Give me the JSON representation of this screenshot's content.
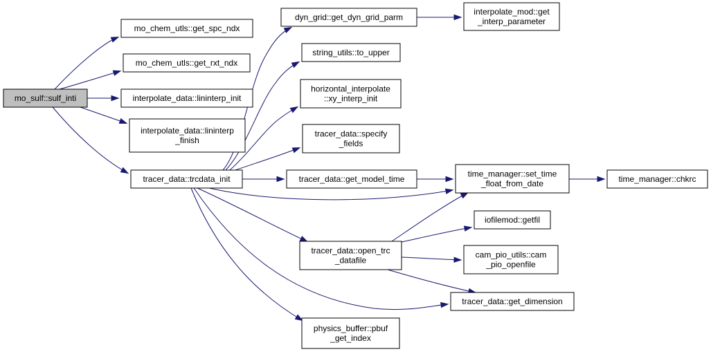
{
  "graph": {
    "root": "mo_sulf::sulf_inti",
    "colors": {
      "edge": "#191970",
      "root_fill": "#bfbfbf",
      "node_fill": "#ffffff",
      "border": "#000000"
    },
    "nodes": [
      {
        "id": "sulf_inti",
        "lines": [
          "mo_sulf::sulf_inti"
        ],
        "root": true
      },
      {
        "id": "get_spc_ndx",
        "lines": [
          "mo_chem_utls::get_spc_ndx"
        ]
      },
      {
        "id": "get_rxt_ndx",
        "lines": [
          "mo_chem_utls::get_rxt_ndx"
        ]
      },
      {
        "id": "lininterp_init",
        "lines": [
          "interpolate_data::lininterp_init"
        ]
      },
      {
        "id": "lininterp_finish",
        "lines": [
          "interpolate_data::lininterp",
          "_finish"
        ]
      },
      {
        "id": "trcdata_init",
        "lines": [
          "tracer_data::trcdata_init"
        ]
      },
      {
        "id": "get_dyn_grid_parm",
        "lines": [
          "dyn_grid::get_dyn_grid_parm"
        ]
      },
      {
        "id": "to_upper",
        "lines": [
          "string_utils::to_upper"
        ]
      },
      {
        "id": "xy_interp_init",
        "lines": [
          "horizontal_interpolate",
          "::xy_interp_init"
        ]
      },
      {
        "id": "specify_fields",
        "lines": [
          "tracer_data::specify",
          "_fields"
        ]
      },
      {
        "id": "get_model_time",
        "lines": [
          "tracer_data::get_model_time"
        ]
      },
      {
        "id": "open_trc_datafile",
        "lines": [
          "tracer_data::open_trc",
          "_datafile"
        ]
      },
      {
        "id": "pbuf_get_index",
        "lines": [
          "physics_buffer::pbuf",
          "_get_index"
        ]
      },
      {
        "id": "get_interp_parameter",
        "lines": [
          "interpolate_mod::get",
          "_interp_parameter"
        ]
      },
      {
        "id": "set_time_float_from_date",
        "lines": [
          "time_manager::set_time",
          "_float_from_date"
        ]
      },
      {
        "id": "getfil",
        "lines": [
          "iofilemod::getfil"
        ]
      },
      {
        "id": "cam_pio_openfile",
        "lines": [
          "cam_pio_utils::cam",
          "_pio_openfile"
        ]
      },
      {
        "id": "get_dimension",
        "lines": [
          "tracer_data::get_dimension"
        ]
      },
      {
        "id": "chkrc",
        "lines": [
          "time_manager::chkrc"
        ]
      }
    ],
    "edges": [
      {
        "from": "sulf_inti",
        "to": "get_spc_ndx"
      },
      {
        "from": "sulf_inti",
        "to": "get_rxt_ndx"
      },
      {
        "from": "sulf_inti",
        "to": "lininterp_init"
      },
      {
        "from": "sulf_inti",
        "to": "lininterp_finish"
      },
      {
        "from": "sulf_inti",
        "to": "trcdata_init"
      },
      {
        "from": "trcdata_init",
        "to": "get_dyn_grid_parm"
      },
      {
        "from": "trcdata_init",
        "to": "to_upper"
      },
      {
        "from": "trcdata_init",
        "to": "xy_interp_init"
      },
      {
        "from": "trcdata_init",
        "to": "specify_fields"
      },
      {
        "from": "trcdata_init",
        "to": "get_model_time"
      },
      {
        "from": "trcdata_init",
        "to": "set_time_float_from_date"
      },
      {
        "from": "trcdata_init",
        "to": "open_trc_datafile"
      },
      {
        "from": "trcdata_init",
        "to": "get_dimension"
      },
      {
        "from": "trcdata_init",
        "to": "pbuf_get_index"
      },
      {
        "from": "get_dyn_grid_parm",
        "to": "get_interp_parameter"
      },
      {
        "from": "get_model_time",
        "to": "set_time_float_from_date"
      },
      {
        "from": "set_time_float_from_date",
        "to": "chkrc"
      },
      {
        "from": "open_trc_datafile",
        "to": "set_time_float_from_date"
      },
      {
        "from": "open_trc_datafile",
        "to": "getfil"
      },
      {
        "from": "open_trc_datafile",
        "to": "cam_pio_openfile"
      },
      {
        "from": "open_trc_datafile",
        "to": "get_dimension"
      }
    ]
  }
}
